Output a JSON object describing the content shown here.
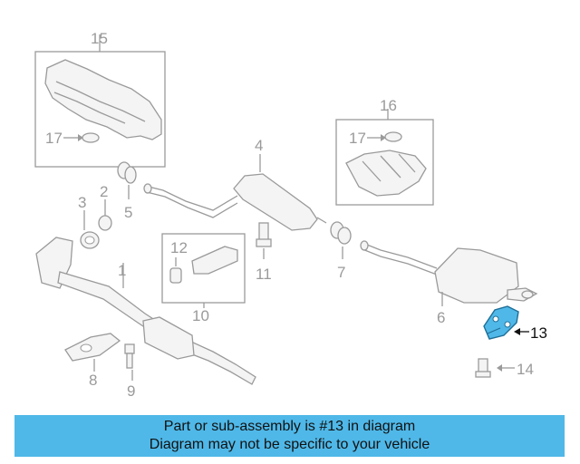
{
  "callouts": {
    "c1": "1",
    "c2": "2",
    "c3": "3",
    "c4": "4",
    "c5": "5",
    "c6": "6",
    "c7": "7",
    "c8": "8",
    "c9": "9",
    "c10": "10",
    "c11": "11",
    "c12": "12",
    "c13": "13",
    "c14": "14",
    "c15": "15",
    "c16": "16",
    "c17a": "17",
    "c17b": "17"
  },
  "highlight": {
    "part_number": "13",
    "color": "#4fb8e8"
  },
  "banner": {
    "line1": "Part or sub-assembly is #13 in diagram",
    "line2": "Diagram may not be specific to your vehicle",
    "color": "#4fb8e8"
  }
}
